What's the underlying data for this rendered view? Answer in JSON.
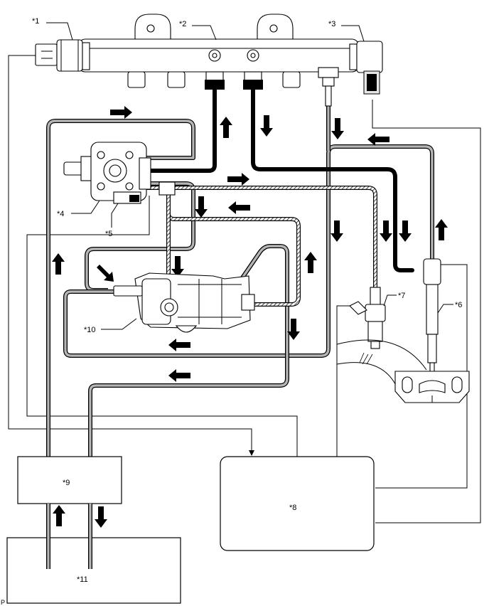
{
  "labels": {
    "l1": "*1",
    "l2": "*2",
    "l3": "*3",
    "l4": "*4",
    "l5": "*5",
    "l6": "*6",
    "l7": "*7",
    "l8": "*8",
    "l9": "*9",
    "l10": "*10",
    "l11": "*11"
  },
  "corner_mark": "P"
}
